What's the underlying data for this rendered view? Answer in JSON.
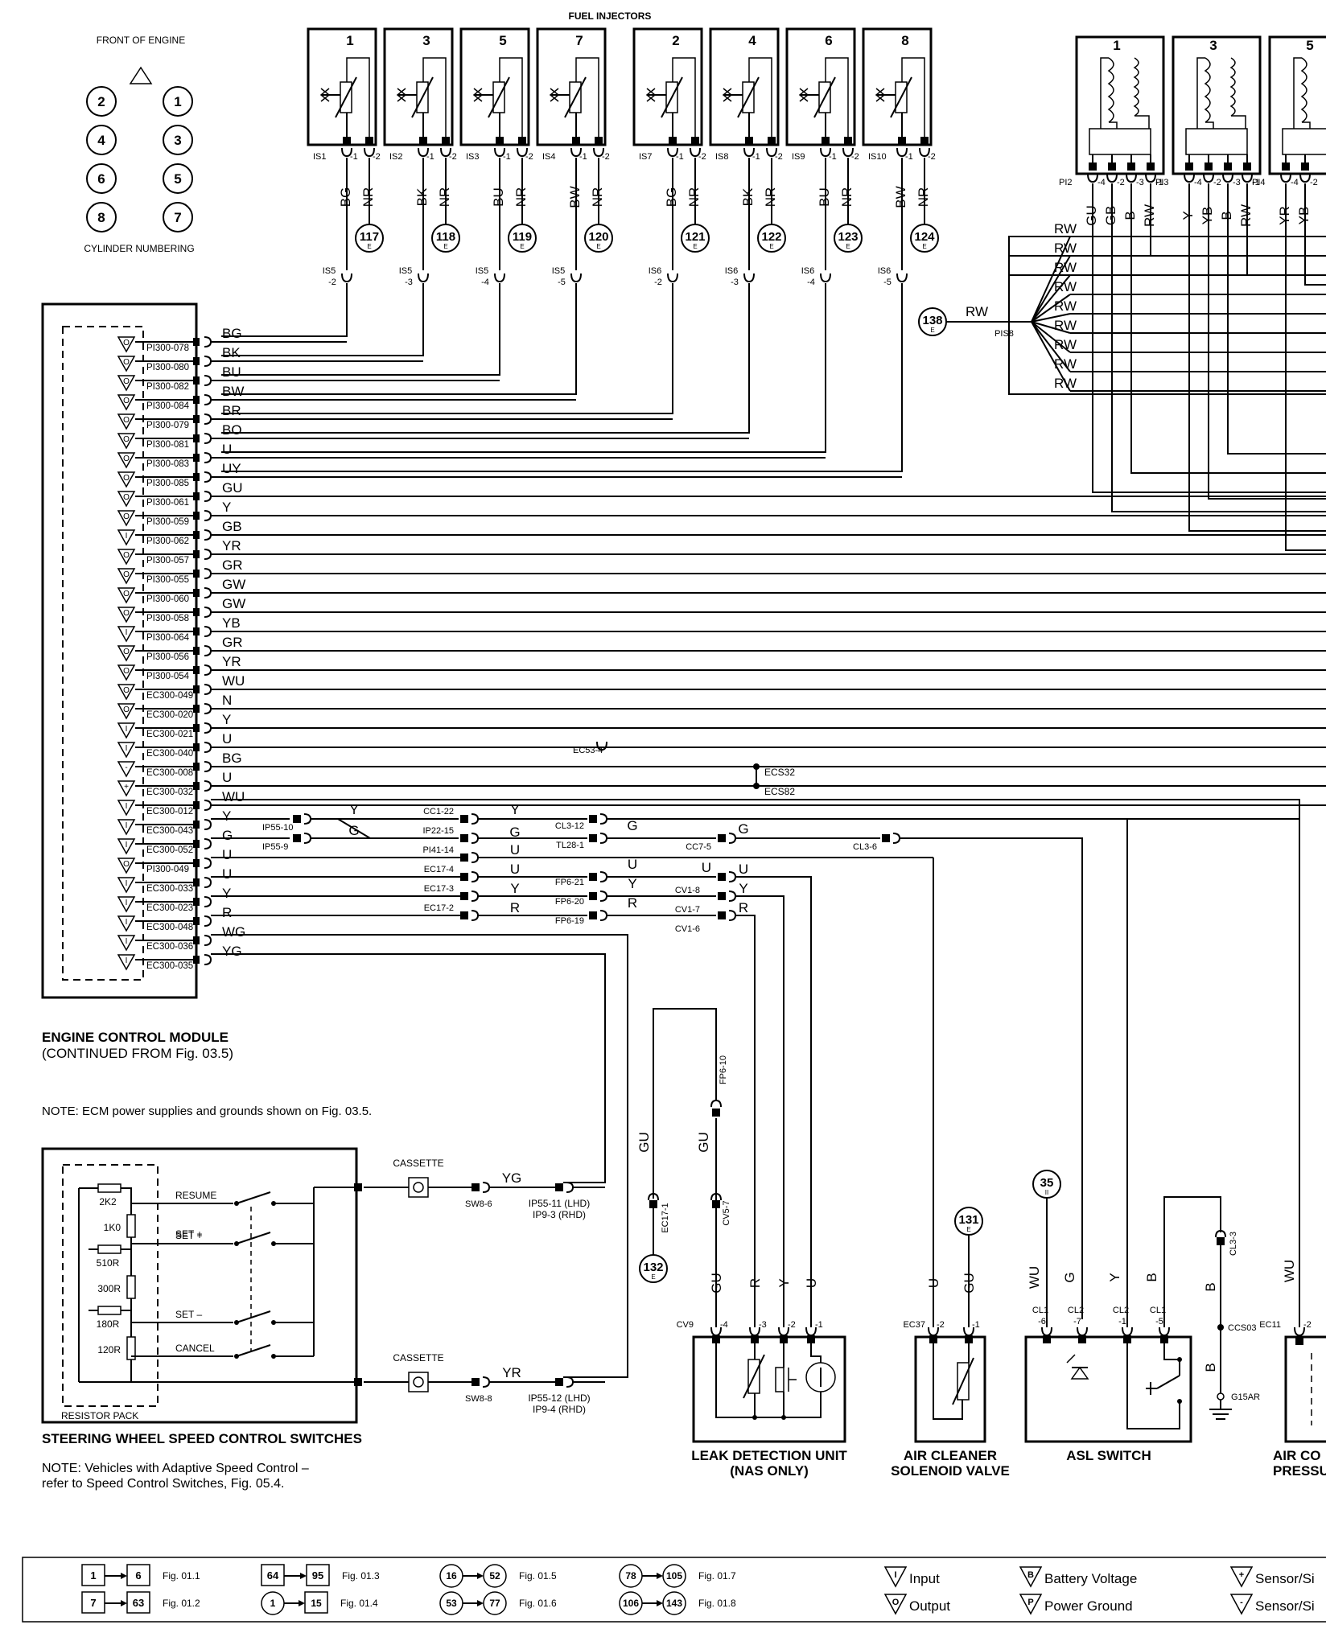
{
  "header": {
    "fuel_injectors": "FUEL INJECTORS",
    "front_of_engine": "FRONT OF ENGINE",
    "cylinder_numbering": "CYLINDER NUMBERING",
    "cylinders": [
      {
        "left": "2",
        "right": "1"
      },
      {
        "left": "4",
        "right": "3"
      },
      {
        "left": "6",
        "right": "5"
      },
      {
        "left": "8",
        "right": "7"
      }
    ]
  },
  "injectors": [
    {
      "num": "1",
      "conn": "IS1",
      "w1": "BG",
      "w2": "NR",
      "ground": "117",
      "gsub": "E",
      "splice": "IS5",
      "splice_pin": "-2"
    },
    {
      "num": "3",
      "conn": "IS2",
      "w1": "BK",
      "w2": "NR",
      "ground": "118",
      "gsub": "E",
      "splice": "IS5",
      "splice_pin": "-3"
    },
    {
      "num": "5",
      "conn": "IS3",
      "w1": "BU",
      "w2": "NR",
      "ground": "119",
      "gsub": "E",
      "splice": "IS5",
      "splice_pin": "-4"
    },
    {
      "num": "7",
      "conn": "IS4",
      "w1": "BW",
      "w2": "NR",
      "ground": "120",
      "gsub": "E",
      "splice": "IS5",
      "splice_pin": "-5"
    },
    {
      "num": "2",
      "conn": "IS7",
      "w1": "BG",
      "w2": "NR",
      "ground": "121",
      "gsub": "E",
      "splice": "IS6",
      "splice_pin": "-2"
    },
    {
      "num": "4",
      "conn": "IS8",
      "w1": "BK",
      "w2": "NR",
      "ground": "122",
      "gsub": "E",
      "splice": "IS6",
      "splice_pin": "-3"
    },
    {
      "num": "6",
      "conn": "IS9",
      "w1": "BU",
      "w2": "NR",
      "ground": "123",
      "gsub": "E",
      "splice": "IS6",
      "splice_pin": "-4"
    },
    {
      "num": "8",
      "conn": "IS10",
      "w1": "BW",
      "w2": "NR",
      "ground": "124",
      "gsub": "E",
      "splice": "IS6",
      "splice_pin": "-5"
    }
  ],
  "pin_minus1": "-1",
  "pin_minus2": "-2",
  "coils": [
    {
      "num": "1",
      "conn": "PI2",
      "pins": [
        "-4",
        "-2",
        "-3",
        "-1"
      ],
      "wires": [
        "GU",
        "GB",
        "B",
        "RW"
      ]
    },
    {
      "num": "3",
      "conn": "PI3",
      "pins": [
        "-4",
        "-2",
        "-3",
        "-1"
      ],
      "wires": [
        "Y",
        "YB",
        "B",
        "RW"
      ]
    },
    {
      "num": "5",
      "conn": "PI4",
      "pins": [
        "-4",
        "-2"
      ],
      "wires": [
        "YR",
        "YB"
      ]
    }
  ],
  "rw_bus": {
    "ground": "138",
    "gsub": "E",
    "wire": "RW",
    "splice": "PIS8",
    "branch_label": "RW"
  },
  "ecm": {
    "title": "ENGINE CONTROL MODULE",
    "subtitle": "(CONTINUED FROM Fig. 03.5)",
    "pins": [
      {
        "pin": "PI300-078",
        "wire": "BG",
        "sym": "O"
      },
      {
        "pin": "PI300-080",
        "wire": "BK",
        "sym": "O"
      },
      {
        "pin": "PI300-082",
        "wire": "BU",
        "sym": "O"
      },
      {
        "pin": "PI300-084",
        "wire": "BW",
        "sym": "O"
      },
      {
        "pin": "PI300-079",
        "wire": "BR",
        "sym": "O"
      },
      {
        "pin": "PI300-081",
        "wire": "BO",
        "sym": "O"
      },
      {
        "pin": "PI300-083",
        "wire": "U",
        "sym": "O"
      },
      {
        "pin": "PI300-085",
        "wire": "UY",
        "sym": "O"
      },
      {
        "pin": "PI300-061",
        "wire": "GU",
        "sym": "O"
      },
      {
        "pin": "PI300-059",
        "wire": "Y",
        "sym": "O"
      },
      {
        "pin": "PI300-062",
        "wire": "GB",
        "sym": "I"
      },
      {
        "pin": "PI300-057",
        "wire": "YR",
        "sym": "O"
      },
      {
        "pin": "PI300-055",
        "wire": "GR",
        "sym": "O"
      },
      {
        "pin": "PI300-060",
        "wire": "GW",
        "sym": "O"
      },
      {
        "pin": "PI300-058",
        "wire": "GW",
        "sym": "O"
      },
      {
        "pin": "PI300-064",
        "wire": "YB",
        "sym": "I"
      },
      {
        "pin": "PI300-056",
        "wire": "GR",
        "sym": "O"
      },
      {
        "pin": "PI300-054",
        "wire": "YR",
        "sym": "O"
      },
      {
        "pin": "EC300-049",
        "wire": "WU",
        "sym": "O"
      },
      {
        "pin": "EC300-020",
        "wire": "N",
        "sym": "O"
      },
      {
        "pin": "EC300-021",
        "wire": "Y",
        "sym": "I"
      },
      {
        "pin": "EC300-040",
        "wire": "U",
        "sym": "I"
      },
      {
        "pin": "EC300-008",
        "wire": "BG",
        "sym": "-"
      },
      {
        "pin": "EC300-032",
        "wire": "U",
        "sym": "+"
      },
      {
        "pin": "EC300-012",
        "wire": "WU",
        "sym": "I"
      },
      {
        "pin": "EC300-043",
        "wire": "Y",
        "sym": "I"
      },
      {
        "pin": "EC300-052",
        "wire": "G",
        "sym": "I"
      },
      {
        "pin": "PI300-049",
        "wire": "U",
        "sym": "O"
      },
      {
        "pin": "EC300-033",
        "wire": "U",
        "sym": "I"
      },
      {
        "pin": "EC300-023",
        "wire": "Y",
        "sym": "I"
      },
      {
        "pin": "EC300-048",
        "wire": "R",
        "sym": "I"
      },
      {
        "pin": "EC300-036",
        "wire": "WG",
        "sym": "I"
      },
      {
        "pin": "EC300-035",
        "wire": "YG",
        "sym": "I"
      }
    ]
  },
  "lower_labels": {
    "ec53": "EC53-4",
    "ecs32": "ECS32",
    "ecs82": "ECS82",
    "ip55_10": "IP55-10",
    "ip55_9": "IP55-9",
    "cc1_22": "CC1-22",
    "ip22_15": "IP22-15",
    "pi41_14": "PI41-14",
    "ec17_4": "EC17-4",
    "ec17_3": "EC17-3",
    "ec17_2": "EC17-2",
    "cl3_12": "CL3-12",
    "tl28_1": "TL28-1",
    "cc7_5": "CC7-5",
    "cl3_6": "CL3-6",
    "fp6_21": "FP6-21",
    "fp6_20": "FP6-20",
    "fp6_19": "FP6-19",
    "cv1_8": "CV1-8",
    "cv1_7": "CV1-7",
    "cv1_6": "CV1-6",
    "w_y": "Y",
    "w_g": "G",
    "w_u": "U",
    "w_r": "R"
  },
  "note_ecm": "NOTE:   ECM power supplies and grounds shown on Fig. 03.5.",
  "switches": {
    "title": "STEERING WHEEL SPEED CONTROL SWITCHES",
    "resistor_pack": "RESISTOR PACK",
    "resume": "RESUME",
    "set_plus": "SET +",
    "set_minus": "SET –",
    "cancel": "CANCEL",
    "r1": "2K2",
    "r2": "1K0",
    "r3": "510R",
    "r4": "300R",
    "r5": "180R",
    "r6": "120R",
    "cassette": "CASSETTE",
    "sw8_6": "SW8-6",
    "sw8_8": "SW8-8",
    "yg": "YG",
    "yr": "YR",
    "ip55_11": "IP55-11 (LHD)",
    "ip9_3": "IP9-3 (RHD)",
    "ip55_12": "IP55-12 (LHD)",
    "ip9_4": "IP9-4 (RHD)",
    "note1": "NOTE: Vehicles with Adaptive Speed Control –",
    "note2": "refer to Speed Control Switches, Fig. 05.4."
  },
  "leak": {
    "title1": "LEAK DETECTION UNIT",
    "title2": "(NAS ONLY)",
    "conn": "CV9",
    "pins": [
      "-4",
      "-3",
      "-2",
      "-1"
    ],
    "wires": [
      "GU",
      "R",
      "Y",
      "U"
    ],
    "fp6_10": "FP6-10",
    "cv5_7": "CV5-7",
    "ec17_1": "EC17-1",
    "gu": "GU",
    "ground": "132",
    "gsub": "E"
  },
  "air_cleaner": {
    "title1": "AIR CLEANER",
    "title2": "SOLENOID VALVE",
    "conn": "EC37",
    "pins": [
      "-2",
      "-1"
    ],
    "wires": [
      "U",
      "GU"
    ],
    "ground": "131",
    "gsub": "E"
  },
  "asl": {
    "title": "ASL SWITCH",
    "conns": [
      "CL1",
      "CL2",
      "CL2",
      "CL1"
    ],
    "pins": [
      "-6",
      "-7",
      "-1",
      "-5"
    ],
    "wires": [
      "WU",
      "G",
      "Y",
      "B"
    ],
    "fuse": "35",
    "fsub": "II",
    "cl3_3": "CL3-3",
    "ccs03": "CCS03",
    "g15ar": "G15AR",
    "b": "B"
  },
  "air_press": {
    "title1": "AIR CO",
    "title2": "PRESSU",
    "conn": "EC11",
    "pins": [
      "-2"
    ],
    "wire": "WU"
  },
  "legend": {
    "b1a": "1",
    "b1b": "6",
    "f1": "Fig. 01.1",
    "b2a": "7",
    "b2b": "63",
    "f2": "Fig. 01.2",
    "b3a": "64",
    "b3b": "95",
    "f3": "Fig. 01.3",
    "b4a": "1",
    "b4b": "15",
    "f4": "Fig. 01.4",
    "b5a": "16",
    "b5b": "52",
    "f5": "Fig. 01.5",
    "b6a": "53",
    "b6b": "77",
    "f6": "Fig. 01.6",
    "b7a": "78",
    "b7b": "105",
    "f7": "Fig. 01.7",
    "b8a": "106",
    "b8b": "143",
    "f8": "Fig. 01.8",
    "input": "Input",
    "output": "Output",
    "battery": "Battery Voltage",
    "power_ground": "Power Ground",
    "sensor1": "Sensor/Si",
    "sensor2": "Sensor/Si"
  }
}
